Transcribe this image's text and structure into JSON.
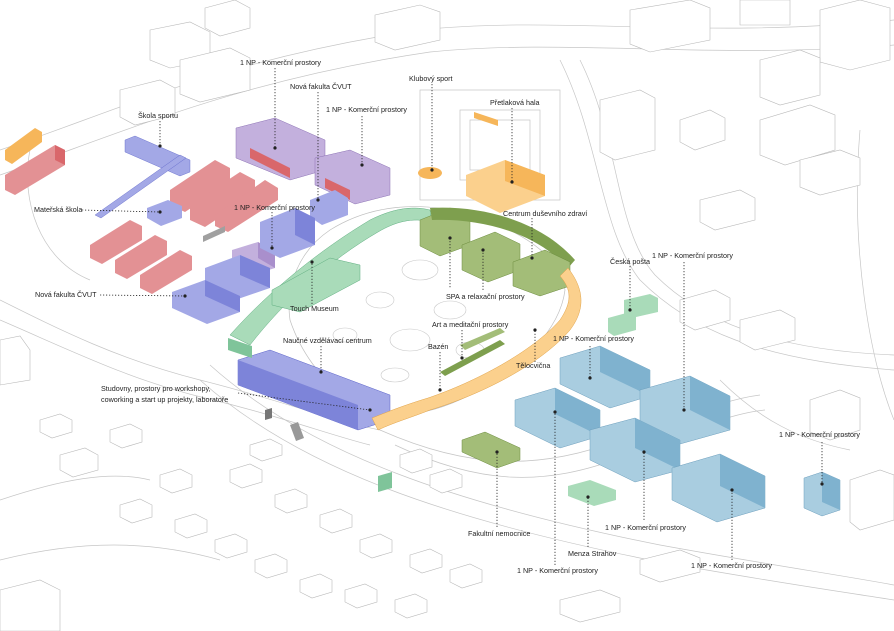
{
  "labels": {
    "np_komercni_top": "1 NP - Komerční prostory",
    "nova_fakulta_top": "Nová fakulta ČVUT",
    "np_komercni_mid": "1 NP - Komerční prostory",
    "klubovy_sport": "Klubový sport",
    "pretlakova_hala": "Přetlaková hala",
    "skola_sportu": "Škola sportu",
    "materska_skola": "Mateřská škola",
    "np_komercni_left": "1 NP - Komerční prostory",
    "centrum_dusevniho": "Centrum duševního zdraví",
    "ceska_posta": "Česká pošta",
    "np_komercni_right_top": "1 NP - Komerční prostory",
    "nova_fakulta_bottom": "Nová fakulta ČVUT",
    "touch_museum": "Touch Museum",
    "spa": "SPA a relaxační prostory",
    "art": "Art a meditační prostory",
    "np_komercni_center": "1 NP - Komerční prostory",
    "naucne": "Naučné vzdělávací centrum",
    "bazen": "Bazén",
    "telocvicna": "Tělocvična",
    "studovny_1": "Studovny, prostory pro workshopy,",
    "studovny_2": "coworking a start up projekty, laboratoře",
    "np_komercni_far_right": "1 NP - Komerční prostory",
    "fakultni": "Fakultní nemocnice",
    "np_komercni_bottom_right": "1 NP - Komerční prostory",
    "menza": "Menza Strahov",
    "np_komercni_bottom_center": "1 NP - Komerční prostory",
    "np_komercni_bottom_far": "1 NP - Komerční prostory"
  },
  "colors": {
    "purple": "#a98fcc",
    "purple_light": "#c3b0dd",
    "red": "#d9676b",
    "red_light": "#e39194",
    "blue": "#7d84d9",
    "blue_light": "#a3a8e6",
    "green": "#7fc49a",
    "green_light": "#a9dbb9",
    "olive": "#7e9f4e",
    "olive_light": "#a3bd78",
    "orange": "#f6b65a",
    "orange_light": "#fbd08d",
    "teal": "#7fb2cf",
    "teal_light": "#a9cde0"
  }
}
